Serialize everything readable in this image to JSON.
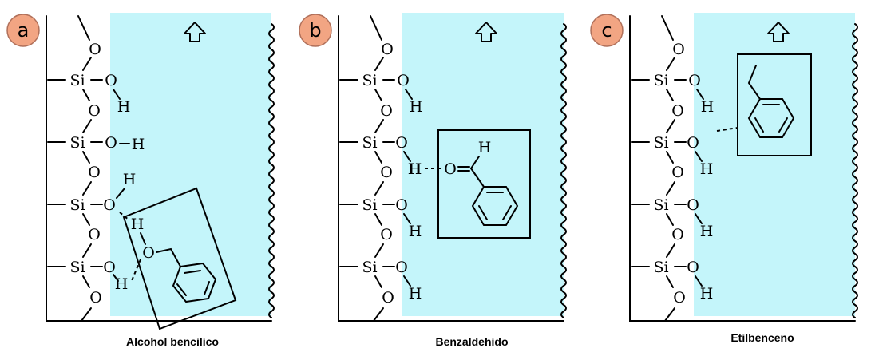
{
  "colors": {
    "channel": "#c4f5fa",
    "badge": "#f2a583",
    "badge_stroke": "#b0705a",
    "ink": "#000000"
  },
  "atoms": {
    "si": "Si",
    "o": "O",
    "h": "H"
  },
  "panels": [
    {
      "id": "a",
      "label": "a",
      "caption": "Alcohol bencilico",
      "molecule": "benzyl-alcohol"
    },
    {
      "id": "b",
      "label": "b",
      "caption": "Benzaldehido",
      "molecule": "benzaldehyde"
    },
    {
      "id": "c",
      "label": "c",
      "caption": "Etilbenceno",
      "molecule": "ethylbenzene"
    }
  ],
  "icons": {
    "flow": "up-arrow-outline-icon"
  }
}
